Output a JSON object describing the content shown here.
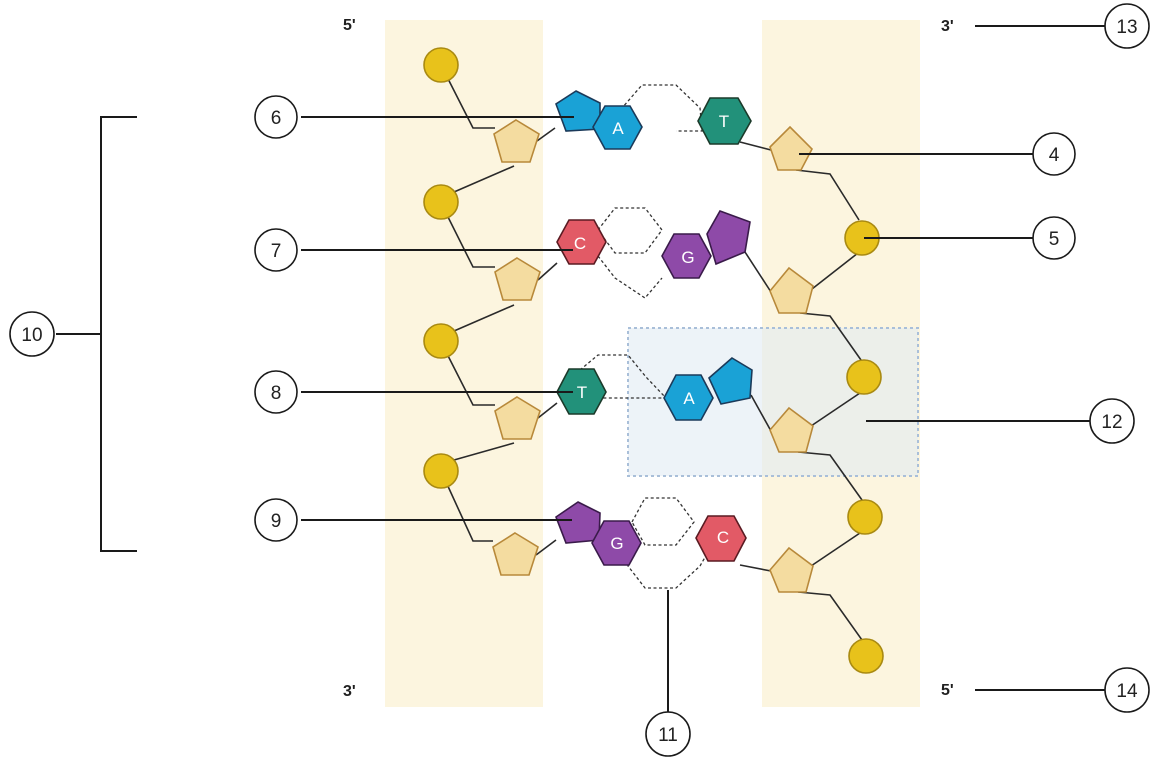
{
  "colors": {
    "backbone_band": "#fcf5df",
    "phosphate_fill": "#e8c21b",
    "phosphate_stroke": "#a98a12",
    "sugar_fill": "#f4dca0",
    "sugar_stroke": "#b8893a",
    "adenine": "#1aa2d6",
    "thymine": "#22917a",
    "cytosine": "#e25a66",
    "guanine": "#8e4aa8",
    "highlight_box": "#a9bfd9"
  },
  "strand_ends": {
    "left_top": "5'",
    "left_bottom": "3'",
    "right_top": "3'",
    "right_bottom": "5'"
  },
  "base_pairs": [
    {
      "left": "A",
      "right": "T"
    },
    {
      "left": "C",
      "right": "G"
    },
    {
      "left": "T",
      "right": "A"
    },
    {
      "left": "G",
      "right": "C"
    }
  ],
  "callouts": [
    {
      "id": "4",
      "label": "4"
    },
    {
      "id": "5",
      "label": "5"
    },
    {
      "id": "6",
      "label": "6"
    },
    {
      "id": "7",
      "label": "7"
    },
    {
      "id": "8",
      "label": "8"
    },
    {
      "id": "9",
      "label": "9"
    },
    {
      "id": "10",
      "label": "10"
    },
    {
      "id": "11",
      "label": "11"
    },
    {
      "id": "12",
      "label": "12"
    },
    {
      "id": "13",
      "label": "13"
    },
    {
      "id": "14",
      "label": "14"
    }
  ]
}
